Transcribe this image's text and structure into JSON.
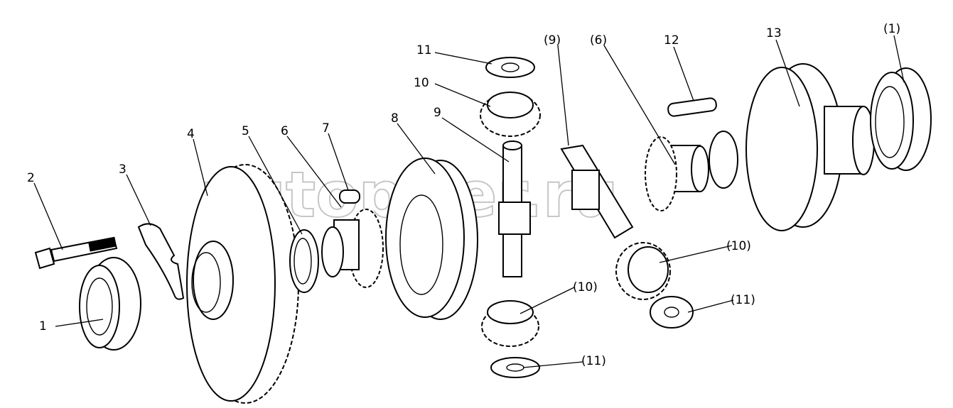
{
  "watermark": "autopiter.ru",
  "callouts": {
    "c1": "1",
    "c2": "2",
    "c3": "3",
    "c4": "4",
    "c5": "5",
    "c6": "6",
    "c7": "7",
    "c8": "8",
    "c9": "9",
    "c10": "10",
    "c11": "11",
    "c12": "12",
    "c13": "13",
    "r9": "(9)",
    "r6": "(6)",
    "r1": "(1)",
    "r10a": "(10)",
    "r10b": "(10)",
    "r11a": "(11)",
    "r11b": "(11)"
  }
}
